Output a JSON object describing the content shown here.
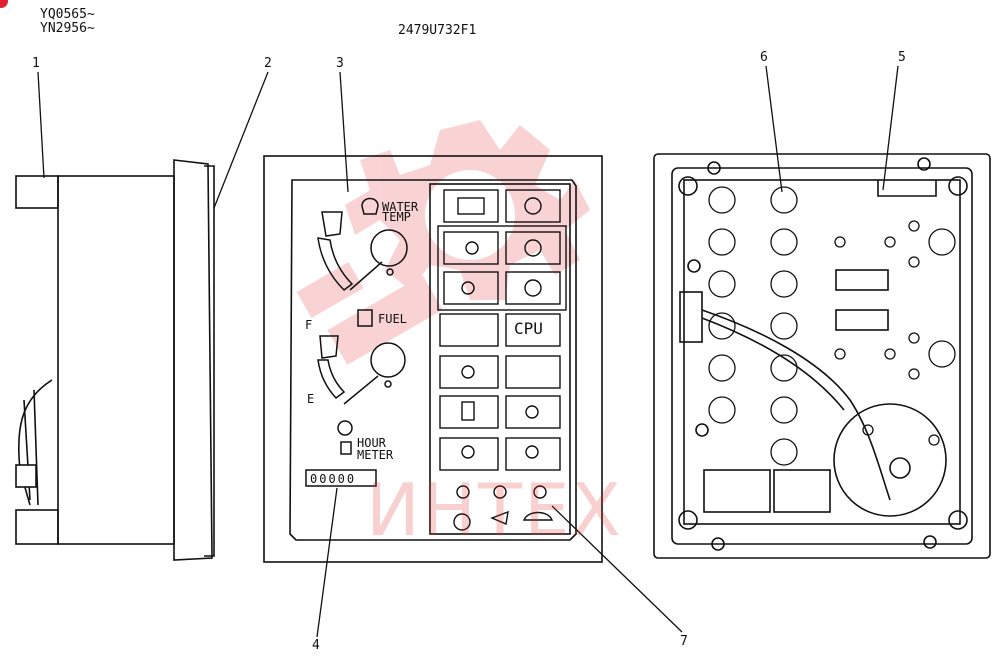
{
  "header": {
    "serial_range_1": "YQ0565~",
    "serial_range_2": "YN2956~",
    "drawing_number": "2479U732F1"
  },
  "callouts": [
    "1",
    "2",
    "3",
    "4",
    "5",
    "6",
    "7"
  ],
  "gauges": {
    "water_temp_label_1": "WATER",
    "water_temp_label_2": "TEMP",
    "fuel_label": "FUEL",
    "fuel_full": "F",
    "fuel_empty": "E",
    "hour_meter_label_1": "HOUR",
    "hour_meter_label_2": "METER",
    "hour_meter_digits": "00000"
  },
  "indicator_panel": {
    "cpu_label": "CPU"
  },
  "watermark": {
    "text": "ИНТЕХ",
    "color": "#e03030"
  },
  "colors": {
    "line": "#1a1a1a",
    "watermark_red": "#e83a3a",
    "background": "#ffffff"
  }
}
